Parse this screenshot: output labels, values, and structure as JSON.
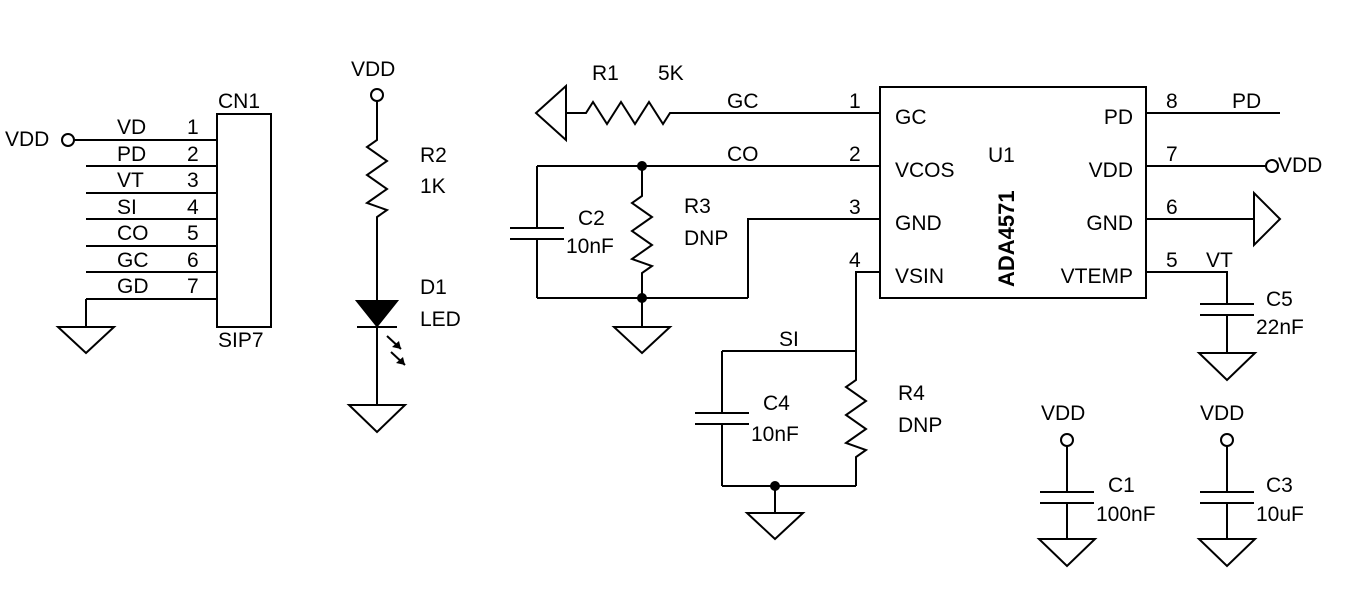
{
  "connector": {
    "ref": "CN1",
    "type": "SIP7",
    "supply_label": "VDD",
    "pins": [
      {
        "number": "1",
        "signal": "VD"
      },
      {
        "number": "2",
        "signal": "PD"
      },
      {
        "number": "3",
        "signal": "VT"
      },
      {
        "number": "4",
        "signal": "SI"
      },
      {
        "number": "5",
        "signal": "CO"
      },
      {
        "number": "6",
        "signal": "GC"
      },
      {
        "number": "7",
        "signal": "GD"
      }
    ]
  },
  "led_branch": {
    "supply_label": "VDD",
    "resistor": {
      "ref": "R2",
      "value": "1K"
    },
    "diode": {
      "ref": "D1",
      "value": "LED"
    }
  },
  "ic": {
    "ref": "U1",
    "part": "ADA4571",
    "left_pins": [
      {
        "number": "1",
        "name": "GC"
      },
      {
        "number": "2",
        "name": "VCOS"
      },
      {
        "number": "3",
        "name": "GND"
      },
      {
        "number": "4",
        "name": "VSIN"
      }
    ],
    "right_pins": [
      {
        "number": "8",
        "name": "PD"
      },
      {
        "number": "7",
        "name": "VDD"
      },
      {
        "number": "6",
        "name": "GND"
      },
      {
        "number": "5",
        "name": "VTEMP"
      }
    ]
  },
  "nets": {
    "gc": "GC",
    "co": "CO",
    "si": "SI",
    "pd": "PD",
    "vt": "VT",
    "vdd_out": "VDD"
  },
  "components": {
    "r1": {
      "ref": "R1",
      "value": "5K"
    },
    "c2": {
      "ref": "C2",
      "value": "10nF"
    },
    "r3": {
      "ref": "R3",
      "value": "DNP"
    },
    "c4": {
      "ref": "C4",
      "value": "10nF"
    },
    "r4": {
      "ref": "R4",
      "value": "DNP"
    },
    "c5": {
      "ref": "C5",
      "value": "22nF"
    },
    "c1": {
      "ref": "C1",
      "value": "100nF",
      "supply_label": "VDD"
    },
    "c3": {
      "ref": "C3",
      "value": "10uF",
      "supply_label": "VDD"
    }
  }
}
